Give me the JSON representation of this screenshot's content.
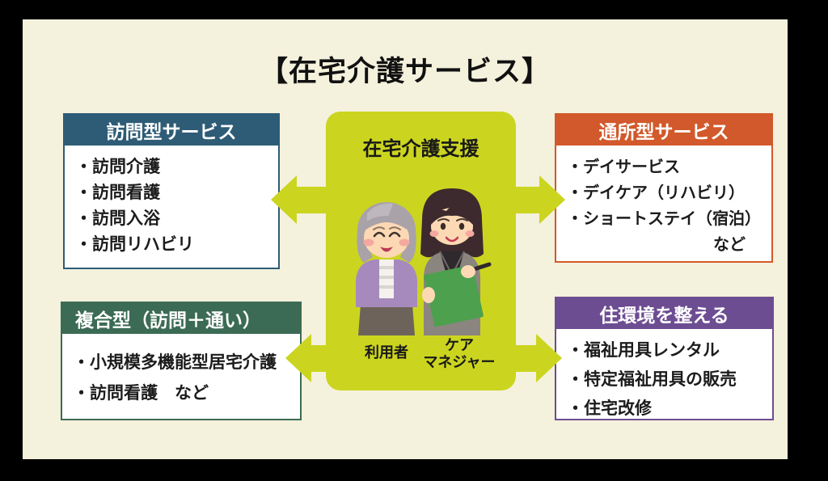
{
  "title": "【在宅介護サービス】",
  "center_panel": {
    "title": "在宅介護支援",
    "person_left_label": "利用者",
    "person_right_label_line1": "ケア",
    "person_right_label_line2": "マネジャー",
    "illustration": "elderly-user-and-care-manager-with-green-clipboard"
  },
  "boxes": {
    "visit": {
      "header": "訪問型サービス",
      "items": [
        "・訪問介護",
        "・訪問看護",
        "・訪問入浴",
        "・訪問リハビリ"
      ],
      "accent_color": "#2e5c77"
    },
    "day": {
      "header": "通所型サービス",
      "items": [
        "・デイサービス",
        "・デイケア（リハビリ）",
        "・ショートステイ（宿泊）"
      ],
      "items_suffix": "など",
      "accent_color": "#d2592b"
    },
    "combined": {
      "header": "複合型（訪問＋通い）",
      "items": [
        "・小規模多機能型居宅介護",
        "・訪問看護　など"
      ],
      "accent_color": "#3c6b55"
    },
    "environment": {
      "header": "住環境を整える",
      "items": [
        "・福祉用具レンタル",
        "・特定福祉用具の販売",
        "・住宅改修"
      ],
      "accent_color": "#6d4d92"
    }
  },
  "colors": {
    "frame": "#000000",
    "background": "#f4f1dc",
    "center_box": "#cbd51f",
    "arrow": "#cbd51f",
    "text": "#1c1c1c",
    "header_text": "#ffffff"
  }
}
